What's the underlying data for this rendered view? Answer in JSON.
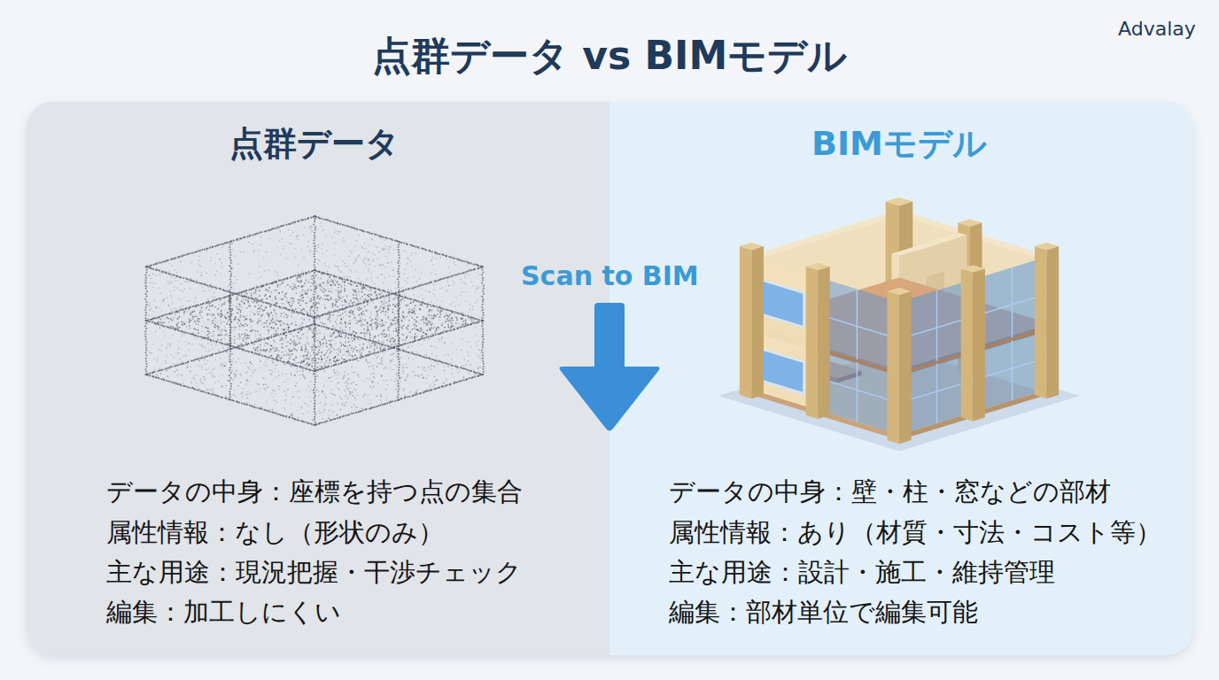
{
  "diagram": {
    "title": "点群データ vs BIMモデル",
    "nodes": [
      {
        "text": [
          "点群データ",
          "データの中身：座標を持つ点の集合",
          "属性情報：なし（形状のみ）",
          "主な用途：現況把握・干渉チェック",
          "編集：加工しにくい"
        ]
      },
      {
        "text": [
          "BIMモデル",
          "データの中身：壁・柱・窓などの部材",
          "属性情報：あり（材質・寸法・コスト等）",
          "主な用途：設計・施工・維持管理",
          "編集：部材単位で編集可能"
        ]
      }
    ],
    "labels": [
      "Scan to BIM",
      "Advalay"
    ]
  }
}
